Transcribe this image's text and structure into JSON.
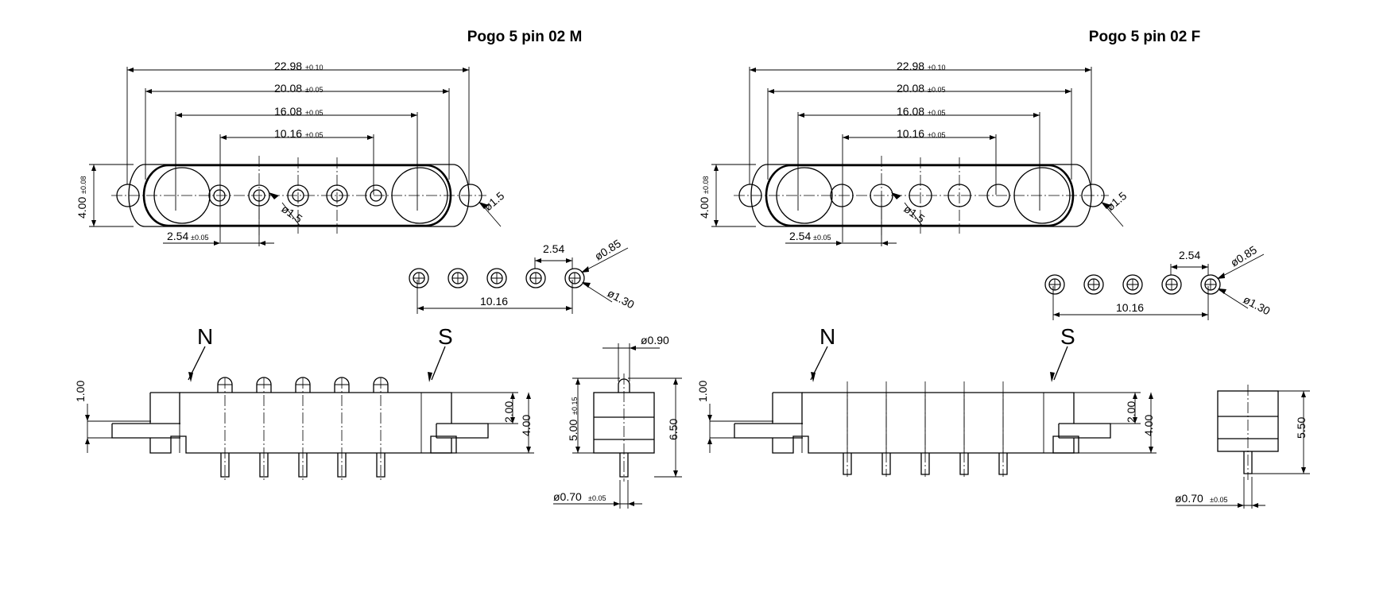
{
  "titles": {
    "male": "Pogo 5 pin 02 M",
    "female": "Pogo 5 pin 02 F"
  },
  "top_view": {
    "dim_22_98": "22.98",
    "tol_22_98": "±0.10",
    "dim_20_08": "20.08",
    "tol_20_08": "±0.05",
    "dim_16_08": "16.08",
    "tol_16_08": "±0.05",
    "dim_10_16": "10.16",
    "tol_10_16": "±0.05",
    "height": "4.00",
    "tol_height": "±0.08",
    "pitch": "2.54",
    "tol_pitch": "±0.05",
    "hole_dia": "ø1.5"
  },
  "pad_view": {
    "pitch": "2.54",
    "pad_outer": "ø1.30",
    "pad_inner": "ø0.85",
    "span": "10.16"
  },
  "side_view": {
    "north": "N",
    "south": "S",
    "flange": "1.00",
    "body": "2.00",
    "overall": "4.00"
  },
  "male_end_view": {
    "tip": "ø0.90",
    "height": "5.00",
    "tol_height": "±0.15",
    "overall": "6.50",
    "pin": "ø0.70",
    "tol_pin": "±0.05"
  },
  "female_end_view": {
    "overall": "5.50",
    "pin": "ø0.70",
    "tol_pin": "±0.05"
  }
}
